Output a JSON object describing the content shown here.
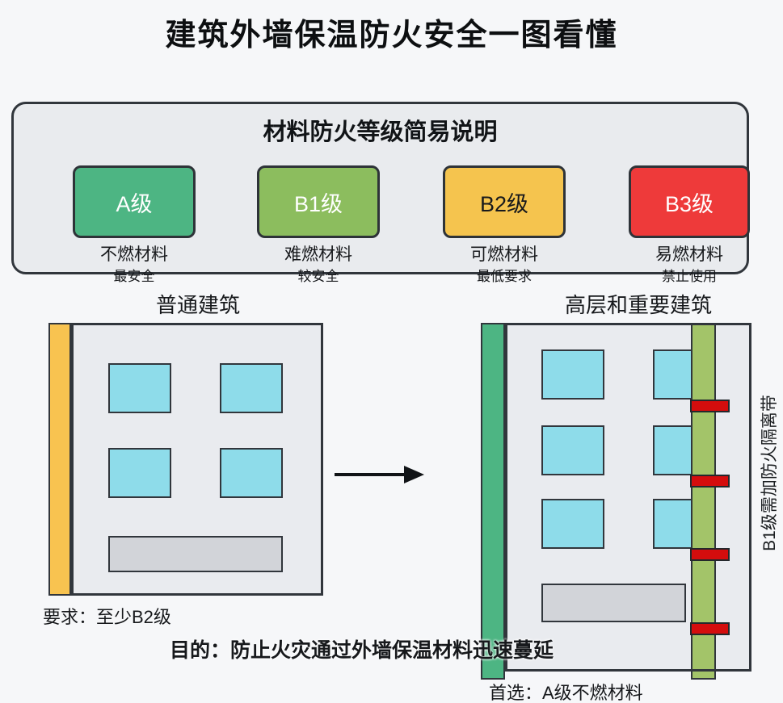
{
  "title": "建筑外墙保温防火安全一图看懂",
  "legend": {
    "title": "材料防火等级简易说明",
    "grades": [
      {
        "label": "A级",
        "material": "不燃材料",
        "note": "最安全",
        "color": "#4db583"
      },
      {
        "label": "B1级",
        "material": "难燃材料",
        "note": "较安全",
        "color": "#8cbd5e"
      },
      {
        "label": "B2级",
        "material": "可燃材料",
        "note": "最低要求",
        "color": "#f5c44e"
      },
      {
        "label": "B3级",
        "material": "易燃材料",
        "note": "禁止使用",
        "color": "#ee3a3a"
      }
    ]
  },
  "ordinary": {
    "title": "普通建筑",
    "requirement": "要求：至少B2级"
  },
  "highrise": {
    "title": "高层和重要建筑",
    "barrier_note": "B1级需加防火隔离带",
    "preferred": "首选：A级不燃材料"
  },
  "purpose": "目的：防止火灾通过外墙保温材料迅速蔓延",
  "colors": {
    "grade_a": "#4db583",
    "grade_b1": "#8cbd5e",
    "grade_b2": "#f5c44e",
    "grade_b3": "#ee3a3a",
    "ordinary_insulation": "#f8c350",
    "highrise_insulation": "#4db583",
    "b1_insulation_layer": "#a3c469",
    "fire_barrier": "#d40d0d",
    "window": "#8edcea",
    "door": "#d2d4d9",
    "facade": "#e9ebef",
    "outline": "#31363c",
    "panel_background": "#e9ebee"
  }
}
